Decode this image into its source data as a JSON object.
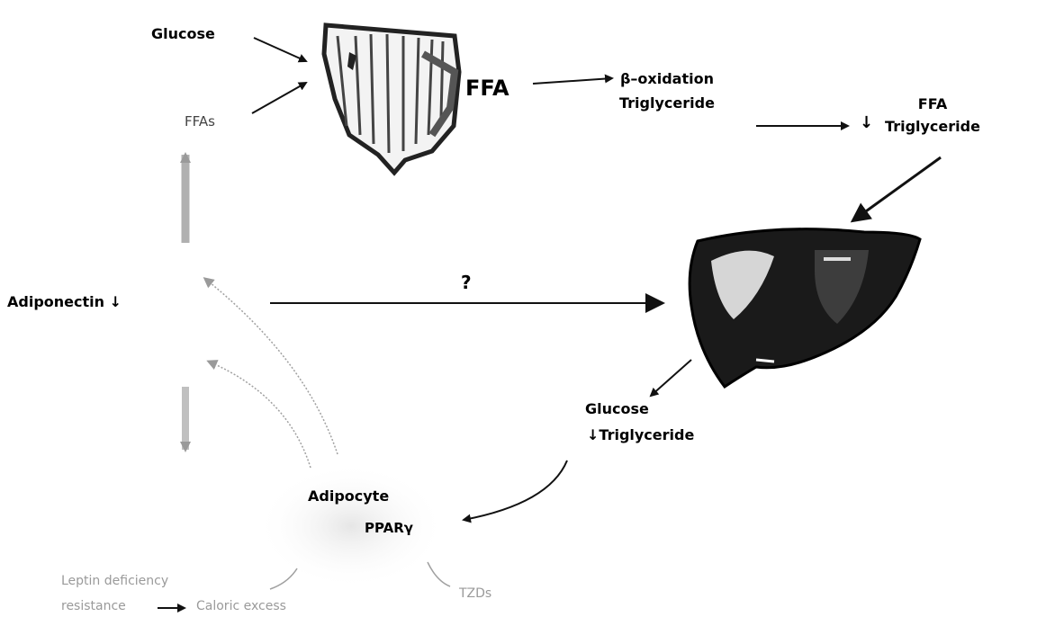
{
  "labels": {
    "glucose_top": "Glucose",
    "ffas": "FFAs",
    "ffa_muscle": "FFA",
    "beta_ox_line1": "β–oxidation",
    "beta_ox_line2": "Triglyceride",
    "ffa_right_line1": "FFA",
    "ffa_right_line2": "Triglyceride",
    "adiponectin": "Adiponectin",
    "question": "?",
    "liver_out_line1": "Glucose",
    "liver_out_line2": "Triglyceride",
    "adipocyte": "Adipocyte",
    "ppar": "PPARγ",
    "leptin_line1": "Leptin deficiency",
    "leptin_line2": "resistance",
    "caloric": "Caloric excess",
    "tzds": "TZDs"
  },
  "colors": {
    "arrow": "#111111",
    "organ": "#222222",
    "faint": "#a8a8a8"
  }
}
